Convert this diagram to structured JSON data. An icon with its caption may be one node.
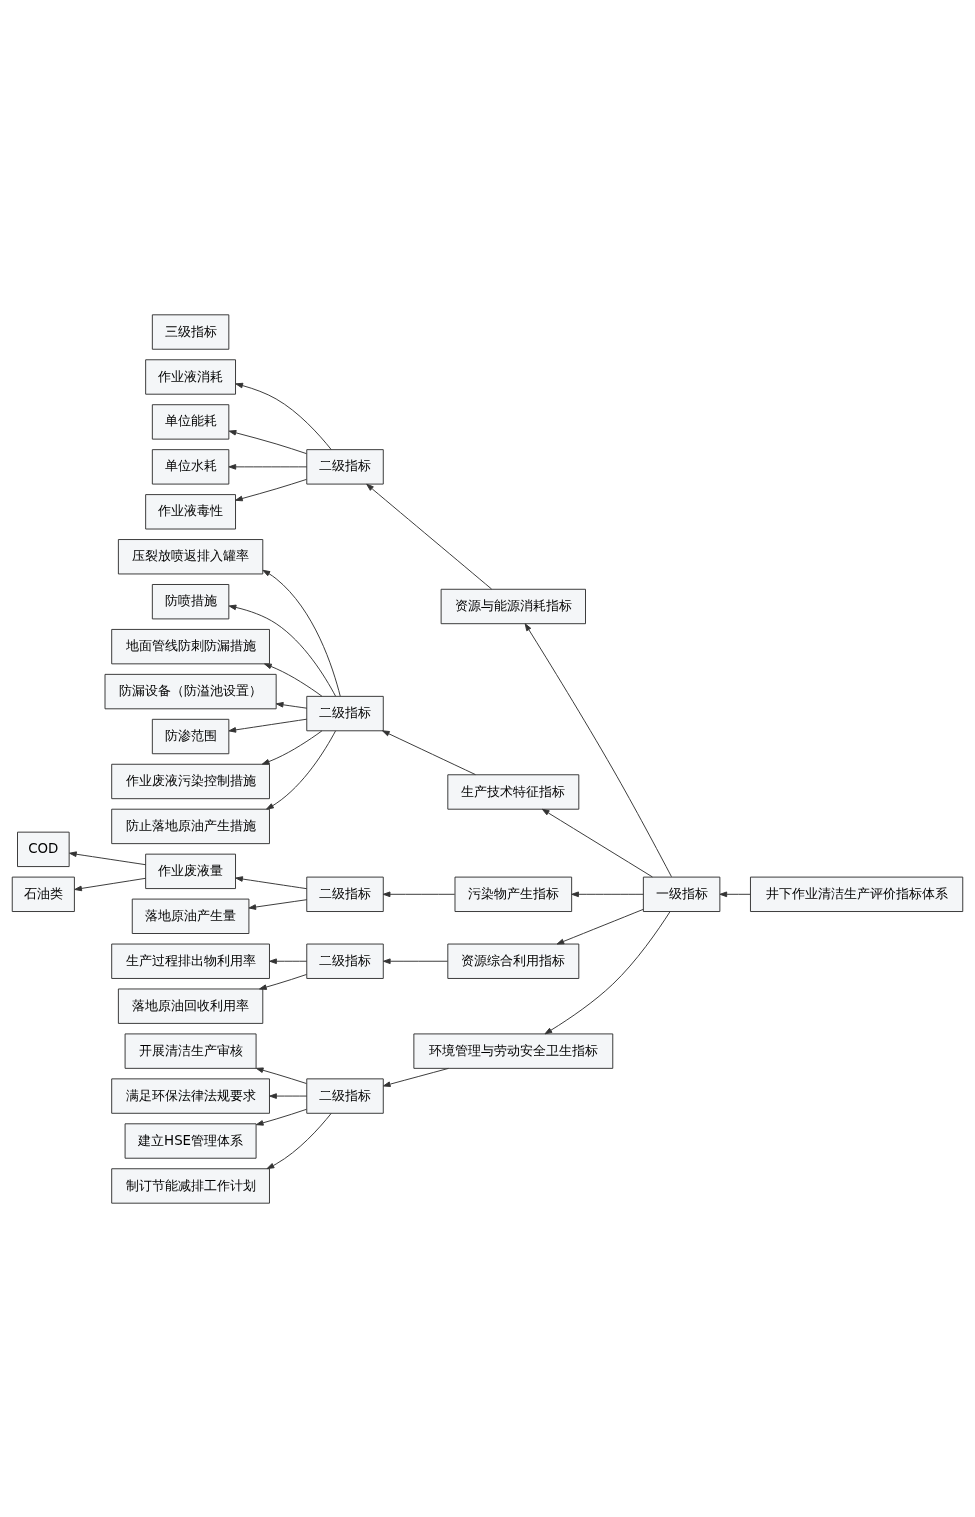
{
  "diagram": {
    "nodes": [
      {
        "text": [
          "井下作业清洁生产评价指标体系"
        ]
      },
      {
        "text": [
          "一级指标"
        ]
      },
      {
        "text": [
          "资源与能源消耗指标"
        ]
      },
      {
        "text": [
          "二级指标"
        ]
      },
      {
        "text": [
          "作业液消耗"
        ]
      },
      {
        "text": [
          "单位能耗"
        ]
      },
      {
        "text": [
          "单位水耗"
        ]
      },
      {
        "text": [
          "作业液毒性"
        ]
      },
      {
        "text": [
          "生产技术特征指标"
        ]
      },
      {
        "text": [
          "二级指标"
        ]
      },
      {
        "text": [
          "压裂放喷返排入罐率"
        ]
      },
      {
        "text": [
          "防喷措施"
        ]
      },
      {
        "text": [
          "地面管线防刺防漏措施"
        ]
      },
      {
        "text": [
          "防漏设备（防溢池设置）"
        ]
      },
      {
        "text": [
          "防渗范围"
        ]
      },
      {
        "text": [
          "作业废液污染控制措施"
        ]
      },
      {
        "text": [
          "防止落地原油产生措施"
        ]
      },
      {
        "text": [
          "污染物产生指标"
        ]
      },
      {
        "text": [
          "二级指标"
        ]
      },
      {
        "text": [
          "作业废液量"
        ]
      },
      {
        "text": [
          "COD"
        ]
      },
      {
        "text": [
          "石油类"
        ]
      },
      {
        "text": [
          "落地原油产生量"
        ]
      },
      {
        "text": [
          "资源综合利用指标"
        ]
      },
      {
        "text": [
          "二级指标"
        ]
      },
      {
        "text": [
          "生产过程排出物利用率"
        ]
      },
      {
        "text": [
          "落地原油回收利用率"
        ]
      },
      {
        "text": [
          "环境管理与劳动安全卫生指标"
        ]
      },
      {
        "text": [
          "二级指标"
        ]
      },
      {
        "text": [
          "开展清洁生产审核"
        ]
      },
      {
        "text": [
          "满足环保法律法规要求"
        ]
      },
      {
        "text": [
          "建立HSE管理体系"
        ]
      },
      {
        "text": [
          "制订节能减排工作计划"
        ]
      },
      {
        "text": [
          "三级指标"
        ]
      }
    ],
    "edges": [
      {
        "from": 0,
        "to": 1,
        "arrow": "to"
      },
      {
        "from": 1,
        "to": 2,
        "arrow": "to"
      },
      {
        "from": 1,
        "to": 8,
        "arrow": "to"
      },
      {
        "from": 1,
        "to": 17,
        "arrow": "to"
      },
      {
        "from": 1,
        "to": 23,
        "arrow": "to"
      },
      {
        "from": 1,
        "to": 27,
        "arrow": "to"
      },
      {
        "from": 2,
        "to": 3,
        "arrow": "to"
      },
      {
        "from": 3,
        "to": 4,
        "arrow": "to"
      },
      {
        "from": 3,
        "to": 5,
        "arrow": "to"
      },
      {
        "from": 3,
        "to": 6,
        "arrow": "to"
      },
      {
        "from": 3,
        "to": 7,
        "arrow": "to"
      },
      {
        "from": 8,
        "to": 9,
        "arrow": "to"
      },
      {
        "from": 9,
        "to": 10,
        "arrow": "to"
      },
      {
        "from": 9,
        "to": 11,
        "arrow": "to"
      },
      {
        "from": 9,
        "to": 12,
        "arrow": "to"
      },
      {
        "from": 9,
        "to": 13,
        "arrow": "to"
      },
      {
        "from": 9,
        "to": 14,
        "arrow": "to"
      },
      {
        "from": 9,
        "to": 15,
        "arrow": "to"
      },
      {
        "from": 9,
        "to": 16,
        "arrow": "to"
      },
      {
        "from": 17,
        "to": 18,
        "arrow": "to"
      },
      {
        "from": 18,
        "to": 19,
        "arrow": "to"
      },
      {
        "from": 18,
        "to": 22,
        "arrow": "to"
      },
      {
        "from": 19,
        "to": 20,
        "arrow": "to"
      },
      {
        "from": 19,
        "to": 21,
        "arrow": "to"
      },
      {
        "from": 23,
        "to": 24,
        "arrow": "to"
      },
      {
        "from": 24,
        "to": 25,
        "arrow": "to"
      },
      {
        "from": 24,
        "to": 26,
        "arrow": "to"
      },
      {
        "from": 27,
        "to": 28,
        "arrow": "to"
      },
      {
        "from": 28,
        "to": 29,
        "arrow": "to"
      },
      {
        "from": 28,
        "to": 30,
        "arrow": "to"
      },
      {
        "from": 28,
        "to": 31,
        "arrow": "to"
      },
      {
        "from": 28,
        "to": 32,
        "arrow": "to"
      }
    ]
  }
}
